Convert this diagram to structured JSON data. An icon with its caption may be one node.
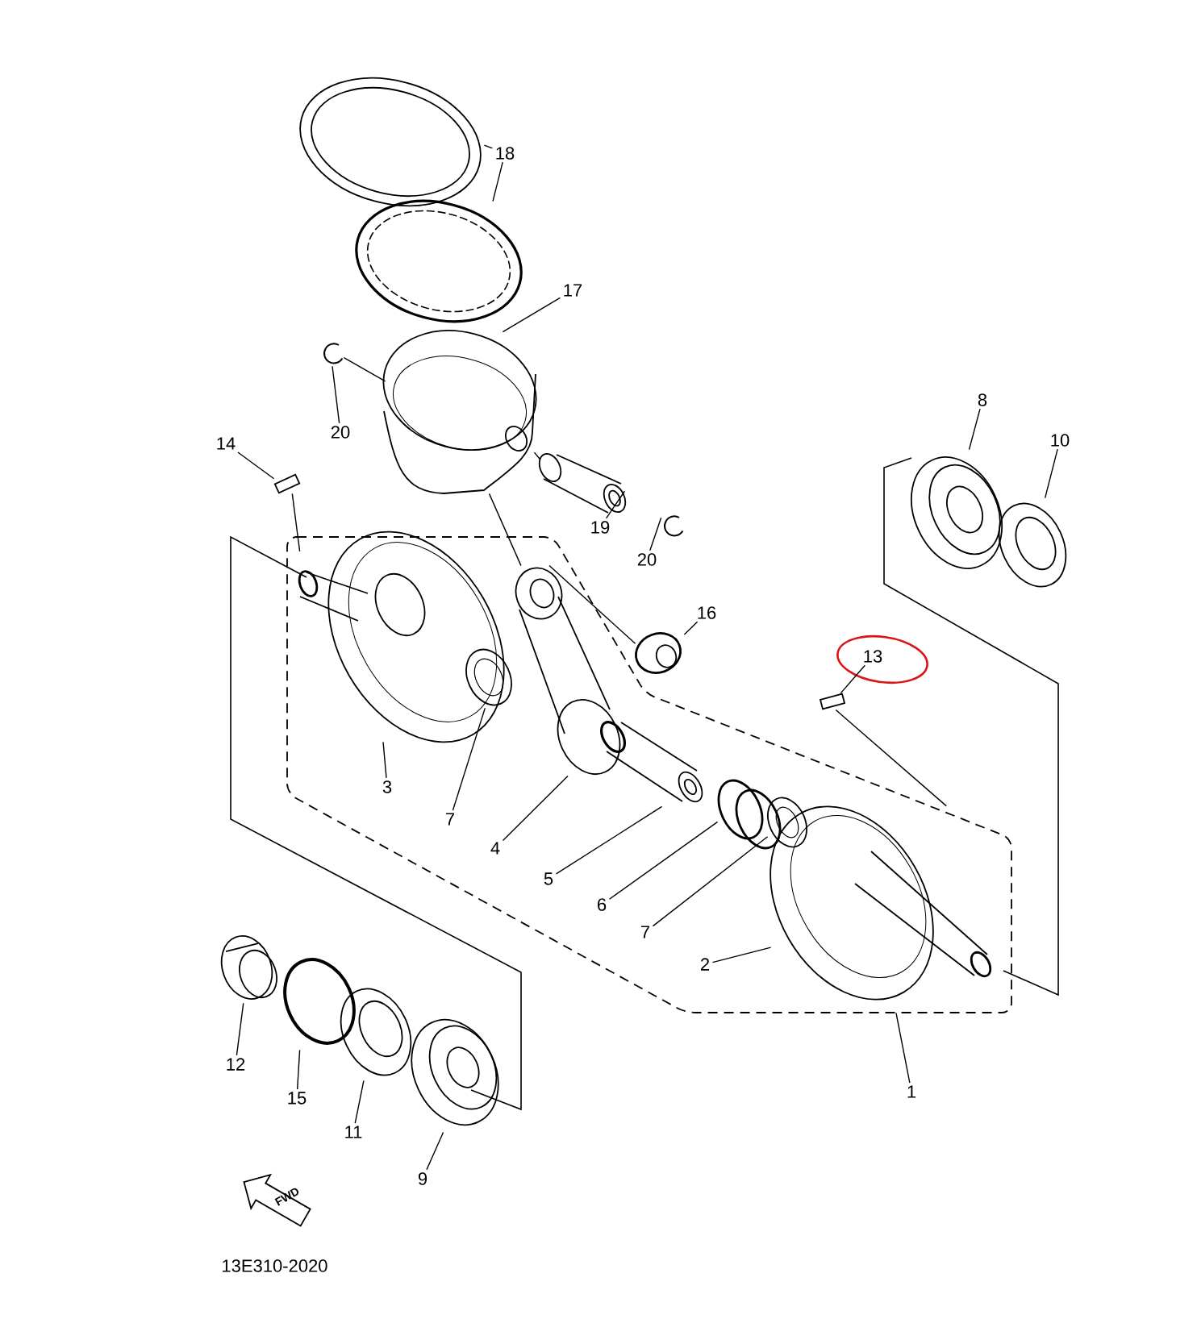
{
  "diagram": {
    "nodes": [
      {
        "text": [],
        "shape": "box"
      },
      {
        "text": [
          "18"
        ]
      },
      {
        "text": [
          "17"
        ]
      },
      {
        "text": [
          "20"
        ]
      },
      {
        "text": [
          "14"
        ]
      },
      {
        "text": [
          "8"
        ]
      },
      {
        "text": [
          "10"
        ]
      },
      {
        "text": [
          "19"
        ]
      },
      {
        "text": [
          "20"
        ]
      },
      {
        "text": [
          "16"
        ]
      },
      {
        "text": [
          "13"
        ]
      },
      {
        "text": [
          "3"
        ],
        "in": 0
      },
      {
        "text": [
          "7"
        ],
        "in": 0
      },
      {
        "text": [
          "4"
        ],
        "in": 0
      },
      {
        "text": [
          "5"
        ],
        "in": 0
      },
      {
        "text": [
          "6"
        ],
        "in": 0
      },
      {
        "text": [
          "7"
        ],
        "in": 0
      },
      {
        "text": [
          "2"
        ],
        "in": 0
      },
      {
        "text": [
          "12"
        ]
      },
      {
        "text": [
          "1"
        ]
      },
      {
        "text": [
          "15"
        ]
      },
      {
        "text": [
          "11"
        ]
      },
      {
        "text": [
          "9"
        ]
      },
      {
        "text": [],
        "shape": "picture"
      },
      {
        "text": [],
        "shape": "picture"
      },
      {
        "text": [],
        "shape": "picture"
      },
      {
        "text": [],
        "shape": "picture"
      },
      {
        "text": [],
        "shape": "box"
      },
      {
        "text": [],
        "shape": "picture"
      },
      {
        "text": [],
        "shape": "picture"
      },
      {
        "text": [],
        "shape": "picture"
      },
      {
        "text": [],
        "shape": "picture"
      },
      {
        "text": [],
        "shape": "picture",
        "in": 0
      },
      {
        "text": [],
        "shape": "picture",
        "in": 0
      },
      {
        "text": [],
        "shape": "picture",
        "in": 0
      },
      {
        "text": [],
        "shape": "picture",
        "in": 0
      },
      {
        "text": [],
        "shape": "box"
      },
      {
        "text": [],
        "shape": "picture",
        "in": 0
      },
      {
        "text": [],
        "shape": "picture",
        "in": 0
      },
      {
        "text": [],
        "shape": "picture",
        "in": 0
      },
      {
        "text": [],
        "shape": "picture",
        "in": 0
      },
      {
        "text": [],
        "shape": "picture"
      },
      {
        "text": [],
        "shape": "circle"
      },
      {
        "text": [],
        "shape": "picture"
      },
      {
        "text": [],
        "shape": "picture"
      }
    ],
    "edges": [
      {
        "from": 1,
        "to": 23,
        "arrow": "none"
      },
      {
        "from": 1,
        "to": 24,
        "arrow": "none"
      },
      {
        "from": 2,
        "to": 25,
        "arrow": "none"
      },
      {
        "from": 3,
        "to": 26,
        "arrow": "none"
      },
      {
        "from": 4,
        "to": 27,
        "arrow": "none"
      },
      {
        "from": 5,
        "to": 30,
        "arrow": "none"
      },
      {
        "from": 6,
        "to": 31,
        "arrow": "none"
      },
      {
        "from": 7,
        "to": 28,
        "arrow": "none"
      },
      {
        "from": 8,
        "to": 29,
        "arrow": "none"
      },
      {
        "from": 9,
        "to": 35,
        "arrow": "none"
      },
      {
        "from": 10,
        "to": 36,
        "arrow": "none"
      },
      {
        "from": 11,
        "to": 32,
        "arrow": "none"
      },
      {
        "from": 12,
        "to": 33,
        "arrow": "none"
      },
      {
        "from": 13,
        "to": 34,
        "arrow": "none"
      },
      {
        "from": 14,
        "to": 37,
        "arrow": "none"
      },
      {
        "from": 15,
        "to": 38,
        "arrow": "none"
      },
      {
        "from": 16,
        "to": 39,
        "arrow": "none"
      },
      {
        "from": 17,
        "to": 40,
        "arrow": "none"
      },
      {
        "from": 18,
        "to": 41,
        "arrow": "none"
      },
      {
        "from": 19,
        "to": 0,
        "arrow": "none"
      },
      {
        "from": 20,
        "to": 42,
        "arrow": "none"
      },
      {
        "from": 21,
        "to": 43,
        "arrow": "none"
      },
      {
        "from": 22,
        "to": 44,
        "arrow": "none"
      },
      {
        "from": 27,
        "to": 32,
        "arrow": "none"
      },
      {
        "from": 26,
        "to": 25,
        "arrow": "none"
      },
      {
        "from": 25,
        "to": 28,
        "arrow": "none"
      },
      {
        "from": 25,
        "to": 34,
        "arrow": "none"
      },
      {
        "from": 34,
        "to": 35,
        "arrow": "none"
      },
      {
        "from": 36,
        "to": 40,
        "arrow": "none"
      }
    ],
    "labels": [
      "FWD",
      "13E310-2020"
    ]
  }
}
